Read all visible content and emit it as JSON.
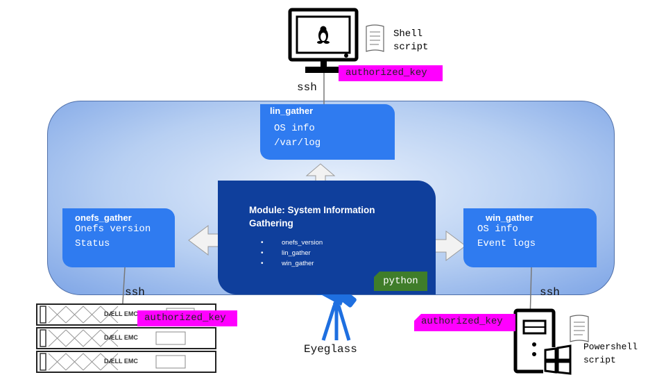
{
  "lin_gather": {
    "title": "lin_gather",
    "lines": [
      "OS info",
      "/var/log"
    ]
  },
  "onefs_gather": {
    "title": "onefs_gather",
    "lines": [
      "Onefs version",
      "Status"
    ]
  },
  "win_gather": {
    "title": "win_gather",
    "lines": [
      "OS info",
      "Event logs"
    ]
  },
  "module": {
    "title": "Module: System Information Gathering",
    "items": [
      "onefs_version",
      "lin_gather",
      "win_gather"
    ],
    "language_tag": "python"
  },
  "authorized_keys": {
    "top": "authorized_key",
    "left": "authorized_key",
    "right": "authorized_key"
  },
  "ssh_labels": {
    "top": "ssh",
    "left": "ssh",
    "right": "ssh"
  },
  "eyeglass_label": "Eyeglass",
  "shell_script_label": [
    "Shell",
    "script"
  ],
  "powershell_script_label": [
    "Powershell",
    "script"
  ],
  "server_brand_label": "DÆLL EMC",
  "colors": {
    "box_blue": "#2f7bf0",
    "module_navy": "#0f3f9c",
    "python_green": "#3f7d2a",
    "key_magenta": "#ff00ff",
    "telescope_blue": "#1e6fe0"
  }
}
